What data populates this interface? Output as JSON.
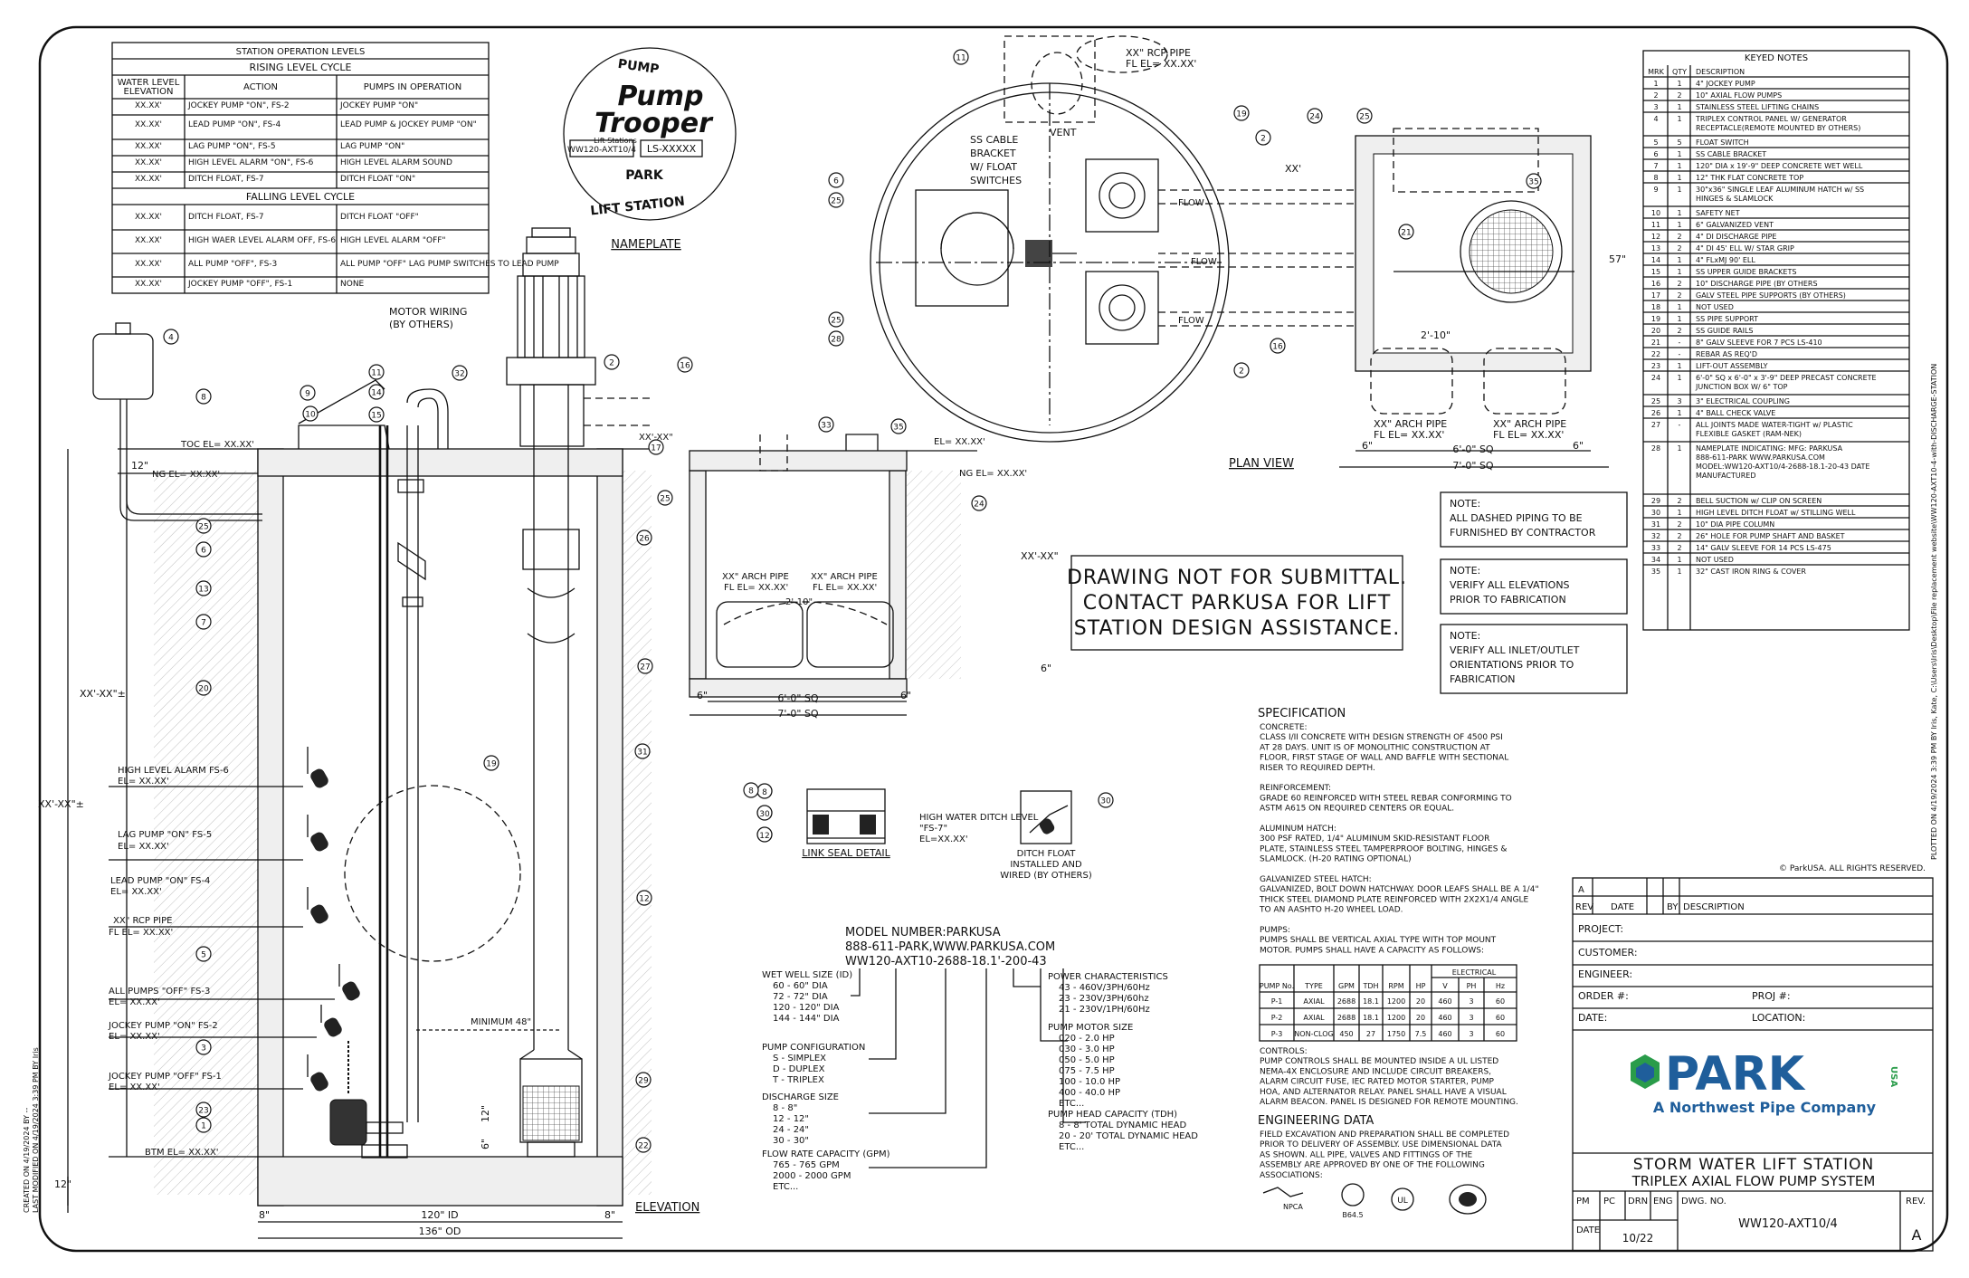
{
  "operation_table": {
    "title": "STATION OPERATION LEVELS",
    "rising_title": "RISING LEVEL CYCLE",
    "headers": [
      "WATER LEVEL ELEVATION",
      "ACTION",
      "PUMPS IN OPERATION"
    ],
    "rising": [
      [
        "XX.XX'",
        "JOCKEY PUMP \"ON\", FS-2",
        "JOCKEY PUMP \"ON\""
      ],
      [
        "XX.XX'",
        "LEAD PUMP \"ON\", FS-4",
        "LEAD PUMP & JOCKEY PUMP \"ON\""
      ],
      [
        "XX.XX'",
        "LAG PUMP \"ON\", FS-5",
        "LAG PUMP \"ON\""
      ],
      [
        "XX.XX'",
        "HIGH LEVEL ALARM \"ON\", FS-6",
        "HIGH LEVEL ALARM SOUND"
      ],
      [
        "XX.XX'",
        "DITCH FLOAT, FS-7",
        "DITCH FLOAT \"ON\""
      ]
    ],
    "falling_title": "FALLING LEVEL CYCLE",
    "falling": [
      [
        "XX.XX'",
        "DITCH FLOAT, FS-7",
        "DITCH FLOAT \"OFF\""
      ],
      [
        "XX.XX'",
        "HIGH WAER LEVEL ALARM OFF, FS-6",
        "HIGH LEVEL ALARM \"OFF\""
      ],
      [
        "XX.XX'",
        "ALL PUMP \"OFF\", FS-3",
        "ALL PUMP \"OFF\" LAG PUMP SWITCHES TO LEAD PUMP"
      ],
      [
        "XX.XX'",
        "JOCKEY PUMP \"OFF\", FS-1",
        "NONE"
      ]
    ]
  },
  "nameplate": {
    "pump": "PUMP",
    "brand1": "Pump",
    "brand2": "Trooper",
    "sub": "Lift Stations",
    "model": "WW120-AXT10/4",
    "serial": "LS-XXXXX",
    "park": "PARK",
    "lift": "LIFT STATION",
    "caption": "NAMEPLATE"
  },
  "keyed_notes": {
    "title": "KEYED NOTES",
    "headers": [
      "MRK",
      "QTY",
      "DESCRIPTION"
    ],
    "rows": [
      [
        "1",
        "1",
        "4\" JOCKEY PUMP"
      ],
      [
        "2",
        "2",
        "10\" AXIAL FLOW PUMPS"
      ],
      [
        "3",
        "1",
        "STAINLESS STEEL LIFTING CHAINS"
      ],
      [
        "4",
        "1",
        "TRIPLEX CONTROL PANEL W/ GENERATOR RECEPTACLE(REMOTE MOUNTED BY OTHERS)"
      ],
      [
        "5",
        "5",
        "FLOAT SWITCH"
      ],
      [
        "6",
        "1",
        "SS CABLE BRACKET"
      ],
      [
        "7",
        "1",
        "120\" DIA x 19'-9\" DEEP CONCRETE WET WELL"
      ],
      [
        "8",
        "1",
        "12\" THK FLAT CONCRETE TOP"
      ],
      [
        "9",
        "1",
        "30\"x36\" SINGLE LEAF ALUMINUM HATCH w/ SS HINGES & SLAMLOCK"
      ],
      [
        "10",
        "1",
        "SAFETY NET"
      ],
      [
        "11",
        "1",
        "6\" GALVANIZED VENT"
      ],
      [
        "12",
        "2",
        "4\" DI DISCHARGE PIPE"
      ],
      [
        "13",
        "2",
        "4\" DI 45' ELL W/ STAR GRIP"
      ],
      [
        "14",
        "1",
        "4\" FLxMJ 90' ELL"
      ],
      [
        "15",
        "1",
        "SS UPPER GUIDE BRACKETS"
      ],
      [
        "16",
        "2",
        "10\" DISCHARGE PIPE (BY OTHERS"
      ],
      [
        "17",
        "2",
        "GALV STEEL PIPE SUPPORTS (BY OTHERS)"
      ],
      [
        "18",
        "1",
        "NOT USED"
      ],
      [
        "19",
        "1",
        "SS PIPE SUPPORT"
      ],
      [
        "20",
        "2",
        "SS GUIDE RAILS"
      ],
      [
        "21",
        "-",
        "8\" GALV SLEEVE FOR 7 PCS LS-410"
      ],
      [
        "22",
        "-",
        "REBAR AS REQ'D"
      ],
      [
        "23",
        "1",
        "LIFT-OUT ASSEMBLY"
      ],
      [
        "24",
        "1",
        "6'-0\" SQ x 6'-0\" x 3'-9\" DEEP PRECAST CONCRETE JUNCTION BOX W/ 6\" TOP"
      ],
      [
        "25",
        "3",
        "3\" ELECTRICAL COUPLING"
      ],
      [
        "26",
        "1",
        "4\" BALL CHECK VALVE"
      ],
      [
        "27",
        "-",
        "ALL JOINTS MADE WATER-TIGHT w/ PLASTIC FLEXIBLE GASKET (RAM-NEK)"
      ],
      [
        "28",
        "1",
        "NAMEPLATE INDICATING: MFG: PARKUSA 888-611-PARK WWW.PARKUSA.COM MODEL:WW120-AXT10/4-2688-18.1-20-43 DATE MANUFACTURED"
      ],
      [
        "29",
        "2",
        "BELL SUCTION w/ CLIP ON SCREEN"
      ],
      [
        "30",
        "1",
        "HIGH LEVEL DITCH FLOAT w/ STILLING WELL"
      ],
      [
        "31",
        "2",
        "10\" DIA PIPE COLUMN"
      ],
      [
        "32",
        "2",
        "26\" HOLE FOR PUMP SHAFT AND BASKET"
      ],
      [
        "33",
        "2",
        "14\" GALV SLEEVE FOR 14 PCS LS-475"
      ],
      [
        "34",
        "1",
        "NOT USED"
      ],
      [
        "35",
        "1",
        "32\" CAST IRON RING & COVER"
      ]
    ]
  },
  "notes": [
    "NOTE: ALL DASHED PIPING TO BE FURNISHED BY CONTRACTOR",
    "NOTE: VERIFY ALL ELEVATIONS PRIOR TO FABRICATION",
    "NOTE: VERIFY ALL INLET/OUTLET ORIENTATIONS PRIOR TO FABRICATION"
  ],
  "disclaimer": [
    "DRAWING NOT FOR SUBMITTAL.",
    "CONTACT PARKUSA FOR LIFT",
    "STATION DESIGN ASSISTANCE."
  ],
  "model_number": {
    "line1": "MODEL NUMBER:PARKUSA",
    "line2": "888-611-PARK,WWW.PARKUSA.COM",
    "line3": "WW120-AXT10-2688-18.1'-200-43",
    "wet_well": [
      "WET WELL SIZE (ID)",
      "60 - 60\" DIA",
      "72 - 72\" DIA",
      "120 - 120\" DIA",
      "144 - 144\" DIA"
    ],
    "config": [
      "PUMP CONFIGURATION",
      "S - SIMPLEX",
      "D - DUPLEX",
      "T - TRIPLEX"
    ],
    "discharge": [
      "DISCHARGE SIZE",
      "8 - 8\"",
      "12 - 12\"",
      "24 - 24\"",
      "30 - 30\""
    ],
    "flow": [
      "FLOW RATE CAPACITY (GPM)",
      "765 - 765 GPM",
      "2000 - 2000 GPM",
      "ETC..."
    ],
    "power": [
      "POWER CHARACTERISTICS",
      "43 - 460V/3PH/60Hz",
      "23 - 230V/3PH/60hz",
      "21 - 230V/1PH/60Hz"
    ],
    "motor": [
      "PUMP MOTOR SIZE",
      "020 - 2.0 HP",
      "030 - 3.0 HP",
      "050 - 5.0 HP",
      "075 - 7.5 HP",
      "100 - 10.0 HP",
      "400 - 40.0 HP",
      "ETC..."
    ],
    "head": [
      "PUMP HEAD CAPACITY (TDH)",
      "8 - 8' TOTAL DYNAMIC HEAD",
      "20 - 20' TOTAL DYNAMIC HEAD",
      "ETC..."
    ]
  },
  "specification": {
    "title": "SPECIFICATION",
    "paras": [
      "CONCRETE:",
      "CLASS I/II CONCRETE WITH DESIGN STRENGTH OF 4500 PSI",
      "AT 28 DAYS. UNIT IS OF MONOLITHIC CONSTRUCTION AT",
      "FLOOR, FIRST STAGE OF WALL AND BAFFLE WITH SECTIONAL",
      "RISER TO REQUIRED DEPTH.",
      "",
      "REINFORCEMENT:",
      "GRADE 60 REINFORCED WITH STEEL REBAR CONFORMING TO",
      "ASTM A615 ON REQUIRED CENTERS OR EQUAL.",
      "",
      "ALUMINUM HATCH:",
      "300 PSF RATED, 1/4\" ALUMINUM SKID-RESISTANT FLOOR",
      "PLATE, STAINLESS STEEL TAMPERPROOF BOLTING, HINGES &",
      "SLAMLOCK. (H-20 RATING OPTIONAL)",
      "",
      "GALVANIZED STEEL HATCH:",
      "GALVANIZED, BOLT DOWN HATCHWAY. DOOR LEAFS SHALL BE A 1/4\"",
      "THICK STEEL DIAMOND PLATE REINFORCED WITH 2X2X1/4 ANGLE",
      "TO AN AASHTO H-20 WHEEL LOAD.",
      "",
      "PUMPS:",
      "PUMPS SHALL BE VERTICAL AXIAL TYPE WITH TOP MOUNT",
      "MOTOR. PUMPS SHALL HAVE A CAPACITY AS FOLLOWS:"
    ],
    "pump_headers": [
      "PUMP No.",
      "TYPE",
      "GPM",
      "TDH",
      "RPM",
      "HP",
      "V",
      "PH",
      "Hz"
    ],
    "electrical": "ELECTRICAL",
    "pumps": [
      [
        "P-1",
        "AXIAL",
        "2688",
        "18.1",
        "1200",
        "20",
        "460",
        "3",
        "60"
      ],
      [
        "P-2",
        "AXIAL",
        "2688",
        "18.1",
        "1200",
        "20",
        "460",
        "3",
        "60"
      ],
      [
        "P-3",
        "NON-CLOG",
        "450",
        "27",
        "1750",
        "7.5",
        "460",
        "3",
        "60"
      ]
    ],
    "controls": [
      "CONTROLS:",
      "PUMP CONTROLS SHALL BE MOUNTED INSIDE A UL LISTED",
      "NEMA-4X ENCLOSURE AND INCLUDE CIRCUIT BREAKERS,",
      "ALARM CIRCUIT FUSE, IEC RATED MOTOR STARTER, PUMP",
      "HOA, AND ALTERNATOR RELAY. PANEL SHALL HAVE A VISUAL",
      "ALARM BEACON. PANEL IS DESIGNED FOR REMOTE MOUNTING."
    ],
    "eng_title": "ENGINEERING DATA",
    "eng": [
      "FIELD EXCAVATION AND PREPARATION SHALL BE COMPLETED",
      "PRIOR TO DELIVERY OF ASSEMBLY. USE DIMENSIONAL DATA",
      "AS SHOWN. ALL PIPE, VALVES AND FITTINGS OF THE",
      "ASSEMBLY ARE APPROVED BY ONE OF THE FOLLOWING",
      "ASSOCIATIONS:"
    ]
  },
  "title_block": {
    "copyright": "© ParkUSA. ALL RIGHTS RESERVED.",
    "rev_headers": [
      "REV",
      "DATE",
      "BY",
      "DESCRIPTION"
    ],
    "project": "PROJECT:",
    "customer": "CUSTOMER:",
    "engineer": "ENGINEER:",
    "order": "ORDER #:",
    "proj": "PROJ #:",
    "date": "DATE:",
    "location": "LOCATION:",
    "logo": "PARK",
    "logo_usa": "USA",
    "tagline": "A Northwest Pipe Company",
    "title1": "STORM WATER LIFT STATION",
    "title2": "TRIPLEX AXIAL FLOW PUMP SYSTEM",
    "cols": [
      "PM",
      "PC",
      "DRN",
      "ENG",
      "DWG. NO.",
      "REV."
    ],
    "dwg": "WW120-AXT10/4",
    "date_label": "DATE",
    "date_val": "10/22",
    "rev": "A"
  },
  "labels": {
    "elevation": "ELEVATION",
    "plan_view": "PLAN VIEW",
    "link_seal": "LINK SEAL DETAIL",
    "motor_wiring": "MOTOR WIRING",
    "by_others": "(BY OTHERS)",
    "toc": "TOC EL= XX.XX'",
    "ng": "NG EL= XX.XX'",
    "ng2": "NG EL= XX.XX'",
    "el": "EL= XX.XX'",
    "el2": "EL= XX.XX'",
    "btm": "BTM EL= XX.XX'",
    "high_alarm": "HIGH LEVEL ALARM FS-6",
    "lag_on": "LAG PUMP \"ON\" FS-5",
    "lead_on": "LEAD PUMP \"ON\" FS-4",
    "rcp": "XX\" RCP PIPE",
    "rcp_el": "FL EL= XX.XX'",
    "all_off": "ALL PUMPS \"OFF\" FS-3",
    "jockey_on": "JOCKEY PUMP \"ON\" FS-2",
    "jockey_off": "JOCKEY PUMP \"OFF\" FS-1",
    "fs_el": "EL= XX.XX'",
    "minimum": "MINIMUM 48\"",
    "dim_xx": "XX'-XX\"±",
    "dim_xx2": "XX'-XX\"±",
    "dim_xx3": "XX'-XX\"",
    "dim_xx4": "XX'-XX\"",
    "dim_xx5": "XX'",
    "d12": "12\"",
    "d120": "120\" ID",
    "d136": "136\" OD",
    "d8": "8\"",
    "d6": "6\"",
    "d6sq": "6'-0\" SQ",
    "d7sq": "7'-0\" SQ",
    "d210": "2'-10\"",
    "d57": "57\"",
    "arch": "XX\" ARCH PIPE",
    "arch_el": "FL EL= XX.XX'",
    "rcp_top": "XX\" RCP PIPE",
    "rcp_top_el": "FL EL= XX.XX'",
    "vent": "VENT",
    "ss_cable": "SS CABLE",
    "bracket": "BRACKET",
    "wfloat": "W/ FLOAT",
    "switches": "SWITCHES",
    "flow": "FLOW",
    "hw_ditch": "HIGH WATER DITCH LEVEL",
    "fs7": "\"FS-7\"",
    "fs7_el": "EL=XX.XX'",
    "ditch_float": "DITCH FLOAT",
    "installed": "INSTALLED AND",
    "wired": "WIRED (BY OTHERS)",
    "side_text": "PLOTTED ON 4/19/2024 3:39 PM BY Iris, Kate, C:\\Users\\Iris\\Desktop\\File replacement website\\WW120-AXT10-4-with-DISCHARGE-STATION",
    "created": "CREATED ON 4/19/2024 BY --",
    "modified": "LAST MODIFIED ON 4/19/2024 3:39 PM BY Iris"
  }
}
